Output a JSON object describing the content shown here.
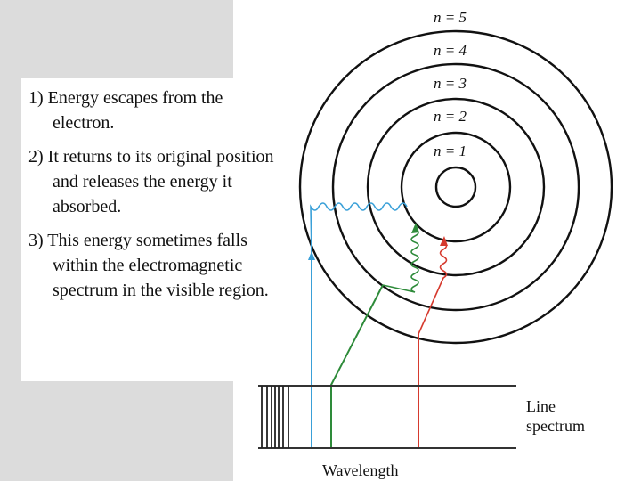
{
  "steps": [
    "1) Energy escapes from the electron.",
    "2) It returns to its original position and releases the energy it absorbed.",
    "3) This energy sometimes falls within the electromagnetic spectrum in the visible region."
  ],
  "orbits": [
    {
      "n": 1,
      "label": "n = 1"
    },
    {
      "n": 2,
      "label": "n = 2"
    },
    {
      "n": 3,
      "label": "n = 3"
    },
    {
      "n": 4,
      "label": "n = 4"
    },
    {
      "n": 5,
      "label": "n = 5"
    }
  ],
  "spectrum_label_line1": "Line",
  "spectrum_label_line2": "spectrum",
  "axis_label": "Wavelength",
  "colors": {
    "blue_line": "#3aa0d8",
    "green_line": "#2e8b3a",
    "red_line": "#d63a2e",
    "orbit_stroke": "#111111",
    "gray_panel": "#dcdcdc"
  }
}
